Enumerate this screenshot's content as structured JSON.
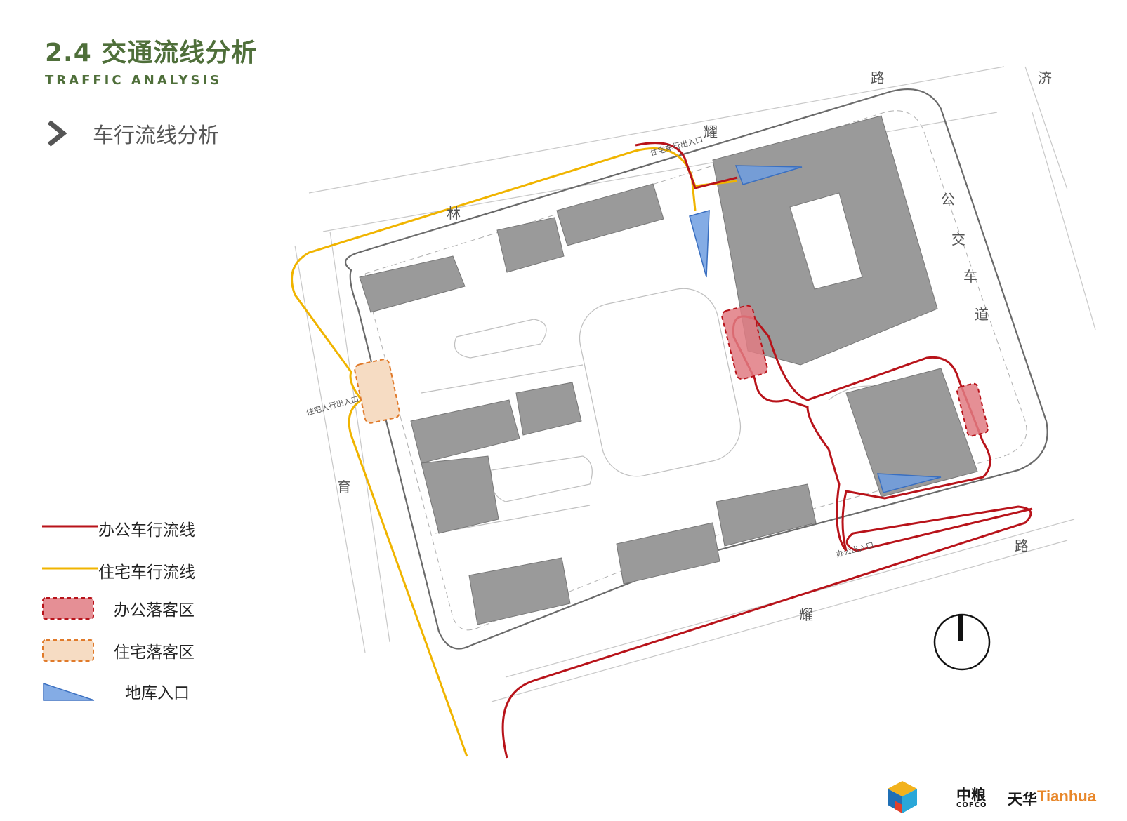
{
  "header": {
    "title": "2.4  交通流线分析",
    "subtitle": "TRAFFIC ANALYSIS"
  },
  "section": {
    "label": "车行流线分析",
    "icon": "chevron-right-icon"
  },
  "legend": {
    "items": [
      {
        "label": "办公车行流线",
        "symbol": "line",
        "color": "#b8131a"
      },
      {
        "label": "住宅车行流线",
        "symbol": "line",
        "color": "#f0b400"
      },
      {
        "label": "办公落客区",
        "symbol": "dashed-box",
        "color": "#e07b82"
      },
      {
        "label": "住宅落客区",
        "symbol": "dashed-box",
        "color": "#f6dcc3"
      },
      {
        "label": "地库入口",
        "symbol": "triangle",
        "color": "#6f9ee0"
      }
    ]
  },
  "site_plan": {
    "road_labels": {
      "top_lu": "路",
      "top_yao": "耀",
      "top_ji": "济",
      "left_lin": "林",
      "left_yu": "育",
      "right_gong": "公",
      "right_jiao": "交",
      "right_che": "车",
      "right_dao": "道",
      "bottom_lu": "路",
      "bottom_yao": "耀"
    },
    "annotations": {
      "residential_vehicle_entrance": "住宅车行出入口",
      "residential_pedestrian_entrance": "住宅人行出入口",
      "office_entrance": "办公出入口"
    }
  },
  "brands": {
    "cofco_cn": "中粮",
    "cofco_en": "COFCO",
    "tianhua_cn": "天华",
    "tianhua_en": "Tianhua"
  },
  "colors": {
    "title_green": "#4f6f3a",
    "office_route": "#b8131a",
    "residential_route": "#f0b400",
    "office_dropoff_fill": "#e07b82",
    "residential_dropoff_fill": "#f6dcc3",
    "garage_entrance": "#6f9ee0",
    "building_gray": "#9a9a9a"
  }
}
